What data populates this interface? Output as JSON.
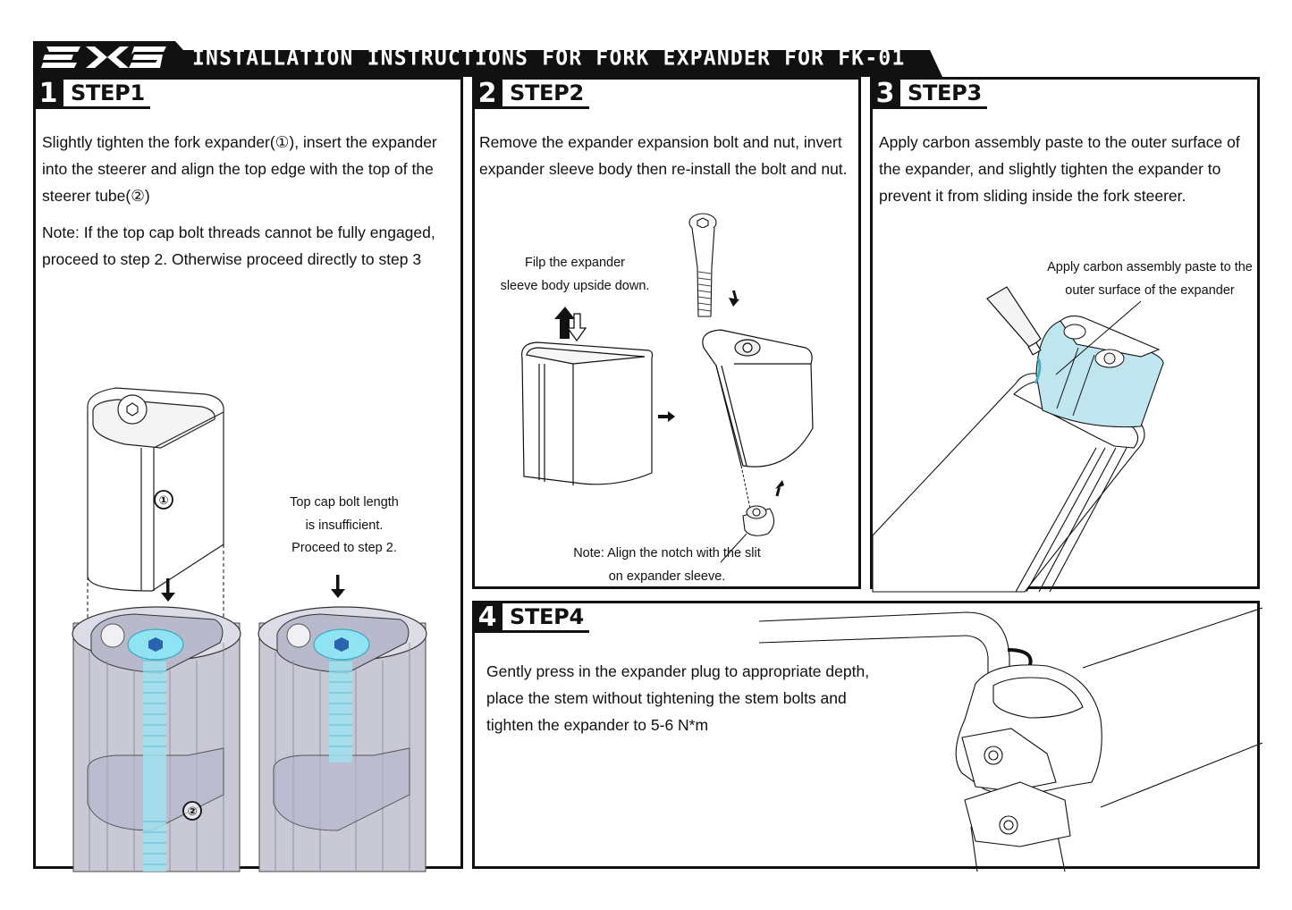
{
  "header": {
    "brand": "EXS",
    "title": "INSTALLATION INSTRUCTIONS FOR FORK EXPANDER FOR FK-01"
  },
  "steps": [
    {
      "number": "1",
      "label": "STEP1",
      "paragraphs": [
        [
          "Slightly tighten the fork expander(①), insert the expander",
          "into the steerer and align the top edge with the top of the",
          "steerer tube(②)"
        ],
        [
          "Note: If the top cap bolt threads cannot be fully engaged,",
          "proceed to step 2. Otherwise proceed directly to step 3"
        ]
      ],
      "callouts": [
        "①",
        "②"
      ],
      "caption": [
        "Top cap bolt length",
        "is insufficient.",
        "Proceed to step 2."
      ]
    },
    {
      "number": "2",
      "label": "STEP2",
      "paragraphs": [
        [
          "Remove the expander expansion bolt and nut, invert",
          "expander sleeve body then re-install the bolt and nut."
        ]
      ],
      "caption_flip": [
        "Filp the expander",
        "sleeve body upside down."
      ],
      "caption_note": [
        "Note: Align the notch with the slit",
        "on expander sleeve."
      ]
    },
    {
      "number": "3",
      "label": "STEP3",
      "paragraphs": [
        [
          "Apply carbon assembly paste to the outer surface of",
          "the expander, and slightly tighten the expander to",
          "prevent it from sliding inside the fork steerer."
        ]
      ],
      "caption": [
        "Apply carbon assembly paste to the",
        "outer surface of the expander"
      ]
    },
    {
      "number": "4",
      "label": "STEP4",
      "paragraphs": [
        [
          "Gently press in the expander plug to appropriate depth,",
          "place the stem without tightening the stem bolts and",
          "tighten the expander to 5-6 N*m"
        ]
      ]
    }
  ],
  "colors": {
    "ink": "#111111",
    "bolt_cyan": "#7fdff0",
    "bolt_socket": "#2a64b0",
    "tube_gray": "#c4c4d2",
    "paste": "#bfe6ee"
  }
}
